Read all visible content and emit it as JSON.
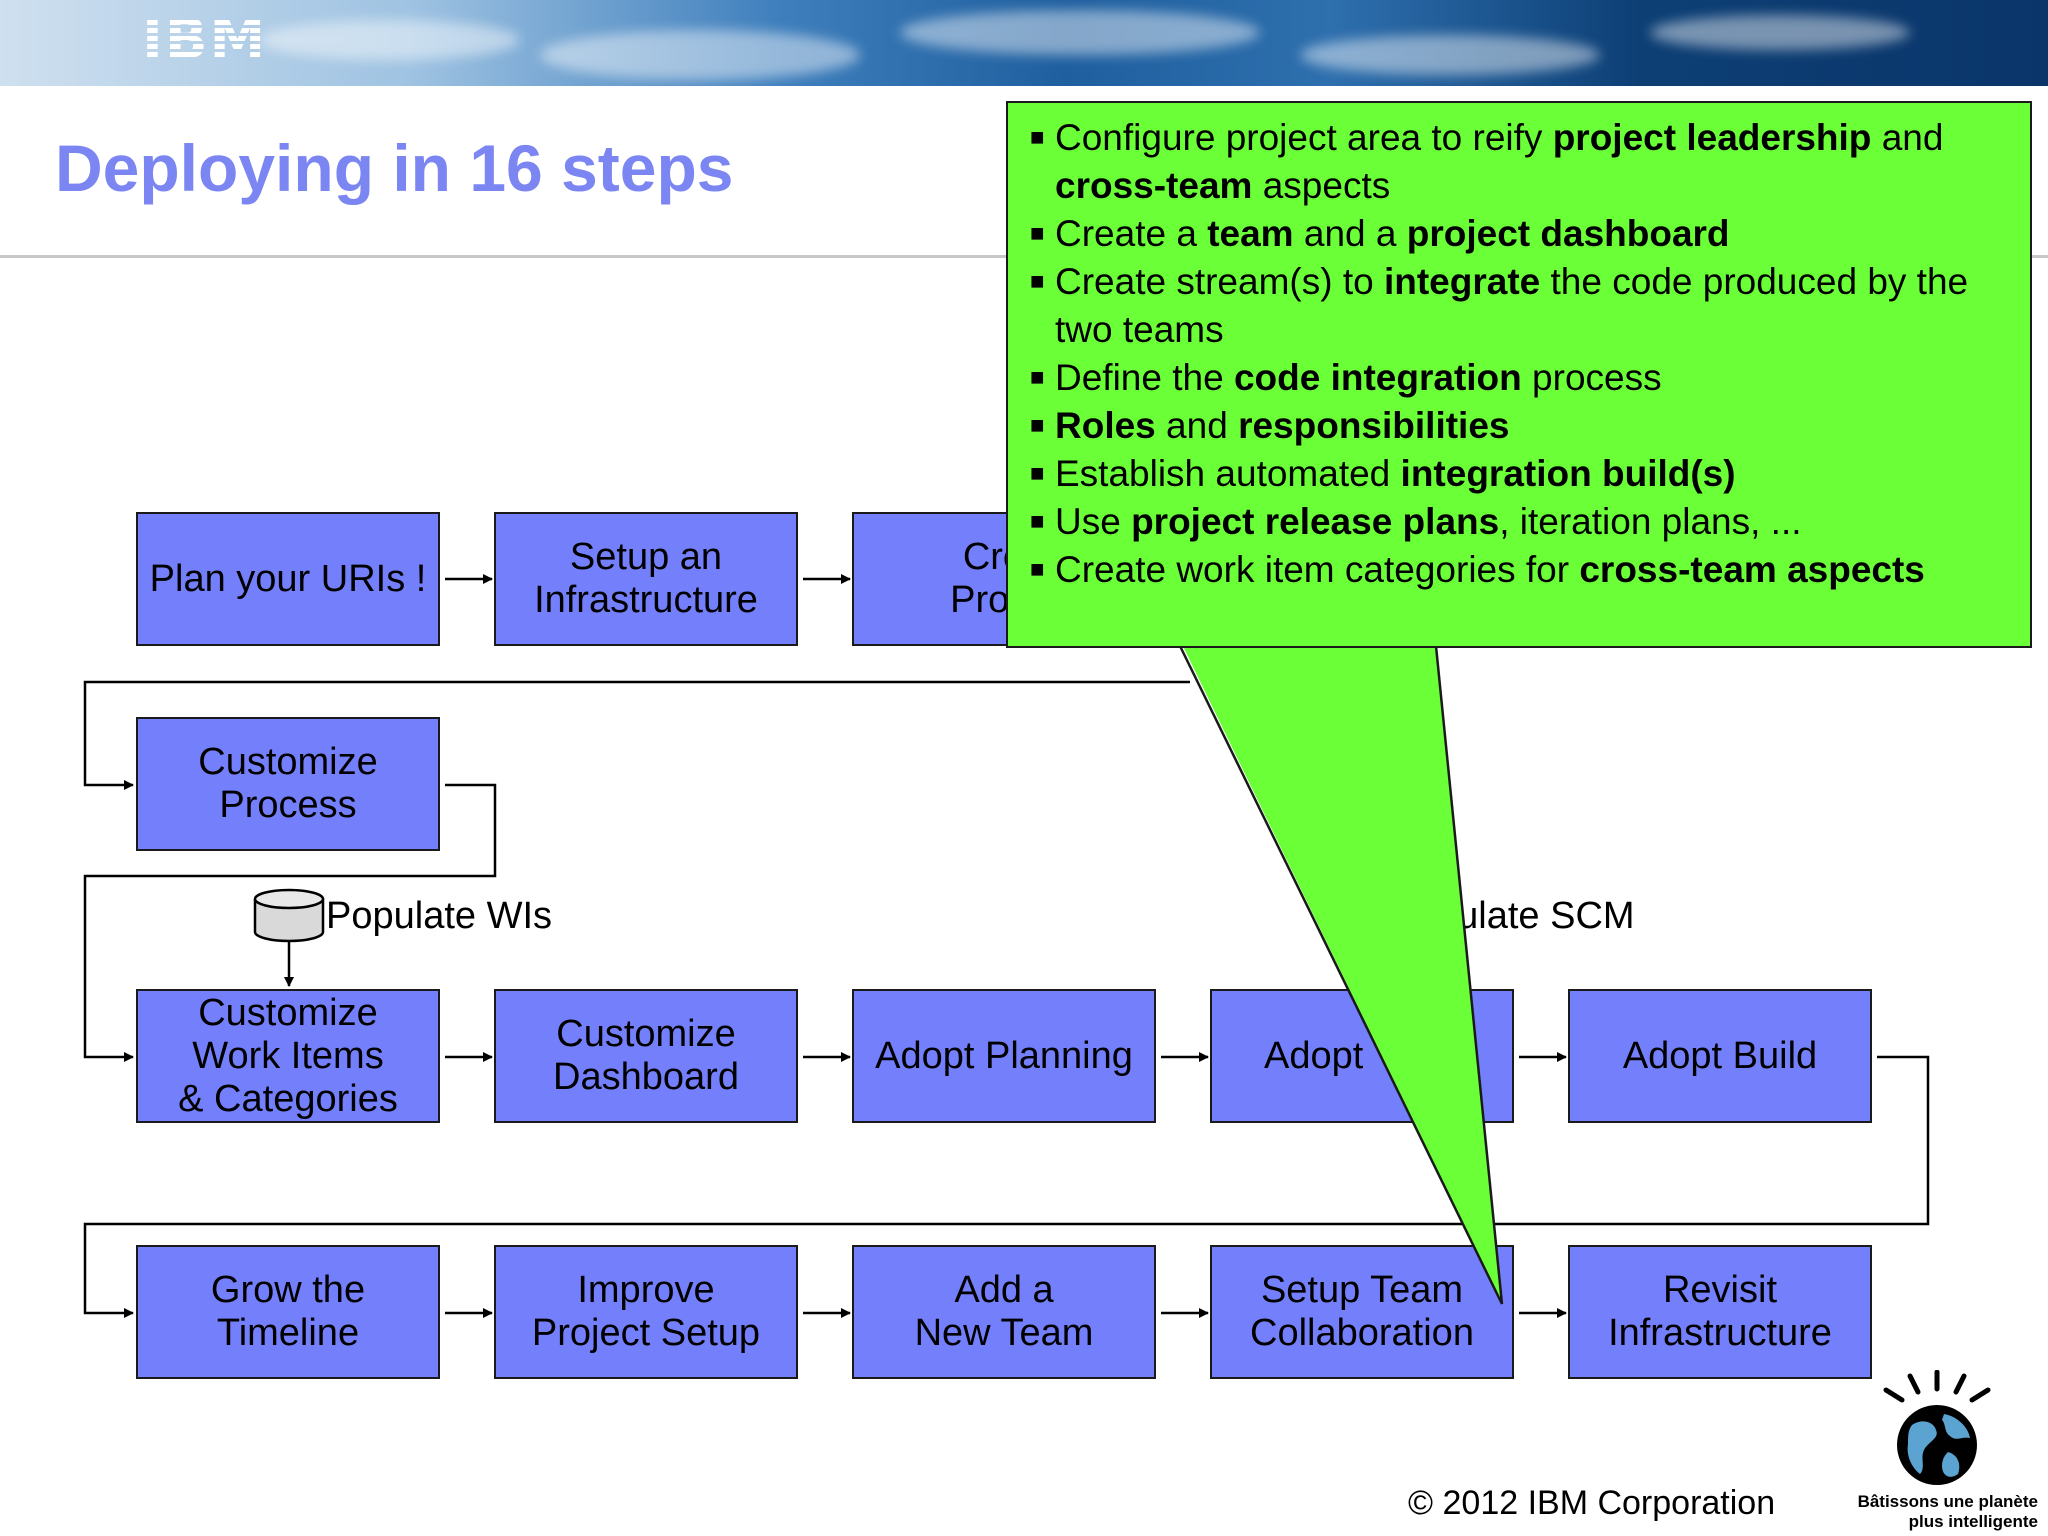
{
  "header": {
    "logo": "IBM",
    "title": "Deploying in 16 steps"
  },
  "steps": {
    "plan_uris": "Plan your URIs !",
    "setup_infrastructure": "Setup an\nInfrastructure",
    "create_project": "Crea\nProjec",
    "customize_process": "Customize\nProcess",
    "customize_work_items": "Customize\nWork Items\n& Categories",
    "customize_dashboard": "Customize\nDashboard",
    "adopt_planning": "Adopt Planning",
    "adopt_scm": "Adopt",
    "adopt_build": "Adopt Build",
    "grow_timeline": "Grow the\nTimeline",
    "improve_setup": "Improve\nProject Setup",
    "add_team": "Add a\nNew Team",
    "setup_collaboration": "Setup Team\nCollaboration",
    "revisit_infrastructure": "Revisit\nInfrastructure"
  },
  "annotations": {
    "populate_wis": "Populate WIs",
    "populate_scm": "pulate SCM"
  },
  "callout": {
    "bullets": [
      [
        {
          "t": "Configure project area to reify "
        },
        {
          "t": "project leadership",
          "b": true
        },
        {
          "t": " and "
        },
        {
          "t": "cross-team",
          "b": true
        },
        {
          "t": " aspects"
        }
      ],
      [
        {
          "t": "Create a "
        },
        {
          "t": "team",
          "b": true
        },
        {
          "t": " and a "
        },
        {
          "t": "project dashboard",
          "b": true
        }
      ],
      [
        {
          "t": "Create stream(s) to "
        },
        {
          "t": "integrate",
          "b": true
        },
        {
          "t": " the code produced by the two teams"
        }
      ],
      [
        {
          "t": "Define the "
        },
        {
          "t": "code integration",
          "b": true
        },
        {
          "t": " process"
        }
      ],
      [
        {
          "t": "Roles",
          "b": true
        },
        {
          "t": " and "
        },
        {
          "t": "responsibilities",
          "b": true
        }
      ],
      [
        {
          "t": "Establish automated "
        },
        {
          "t": "integration build(s)",
          "b": true
        }
      ],
      [
        {
          "t": "Use "
        },
        {
          "t": "project release plans",
          "b": true
        },
        {
          "t": ", iteration plans, ..."
        }
      ],
      [
        {
          "t": "Create work item categories for "
        },
        {
          "t": "cross-team aspects",
          "b": true
        }
      ]
    ]
  },
  "footer": {
    "copyright": "© 2012 IBM Corporation",
    "tagline_line1": "Bâtissons une planète",
    "tagline_line2": "plus intelligente"
  },
  "colors": {
    "step_fill": "#7480fb",
    "callout_fill": "#6bff38",
    "title": "#7b86f2"
  }
}
